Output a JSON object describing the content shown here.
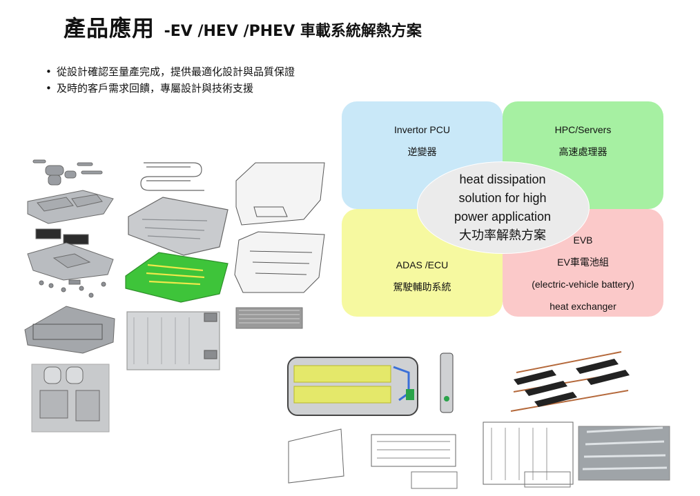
{
  "title": {
    "main": "產品應用",
    "sub": "-EV /HEV /PHEV 車載系統解熱方案"
  },
  "bullets": [
    "從設計確認至量產完成，提供最適化設計與品質保證",
    "及時的客戶需求回饋，專屬設計與技術支援"
  ],
  "diagram": {
    "top_left": {
      "line1": "Invertor PCU",
      "line2": "逆變器"
    },
    "top_right": {
      "line1": "HPC/Servers",
      "line2": "高速處理器"
    },
    "bottom_left": {
      "line1": "ADAS /ECU",
      "line2": "駕駛輔助系統"
    },
    "bottom_right": {
      "line1": "EVB",
      "line2": "EV車電池組",
      "line3": "(electric-vehicle battery)",
      "line4": "heat exchanger"
    },
    "center": {
      "line1": "heat dissipation",
      "line2": "solution for high",
      "line3": "power application",
      "line4": "大功率解熱方案"
    },
    "colors": {
      "blue": "#c9e8f8",
      "green": "#a6f0a2",
      "yellow": "#f6f9a0",
      "pink": "#fbc9c9",
      "center": "#ebebeb"
    }
  }
}
